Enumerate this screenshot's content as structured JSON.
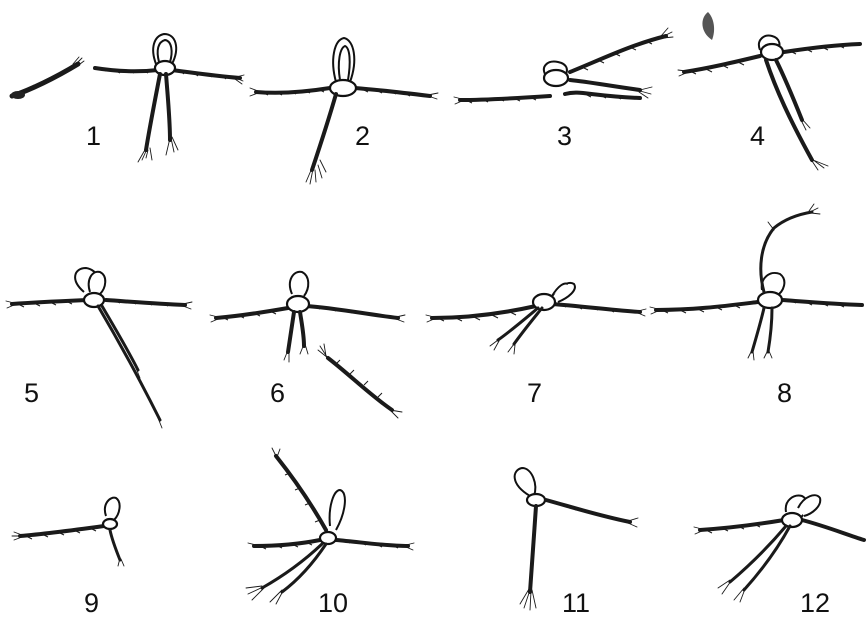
{
  "figure": {
    "panels": [
      {
        "label": "1",
        "icon": "knot-step-1-icon"
      },
      {
        "label": "2",
        "icon": "knot-step-2-icon"
      },
      {
        "label": "3",
        "icon": "knot-step-3-icon"
      },
      {
        "label": "4",
        "icon": "knot-step-4-icon"
      },
      {
        "label": "5",
        "icon": "knot-step-5-icon"
      },
      {
        "label": "6",
        "icon": "knot-step-6-icon"
      },
      {
        "label": "7",
        "icon": "knot-step-7-icon"
      },
      {
        "label": "8",
        "icon": "knot-step-8-icon"
      },
      {
        "label": "9",
        "icon": "knot-step-9-icon"
      },
      {
        "label": "10",
        "icon": "knot-step-10-icon"
      },
      {
        "label": "11",
        "icon": "knot-step-11-icon"
      },
      {
        "label": "12",
        "icon": "knot-step-12-icon"
      }
    ]
  }
}
